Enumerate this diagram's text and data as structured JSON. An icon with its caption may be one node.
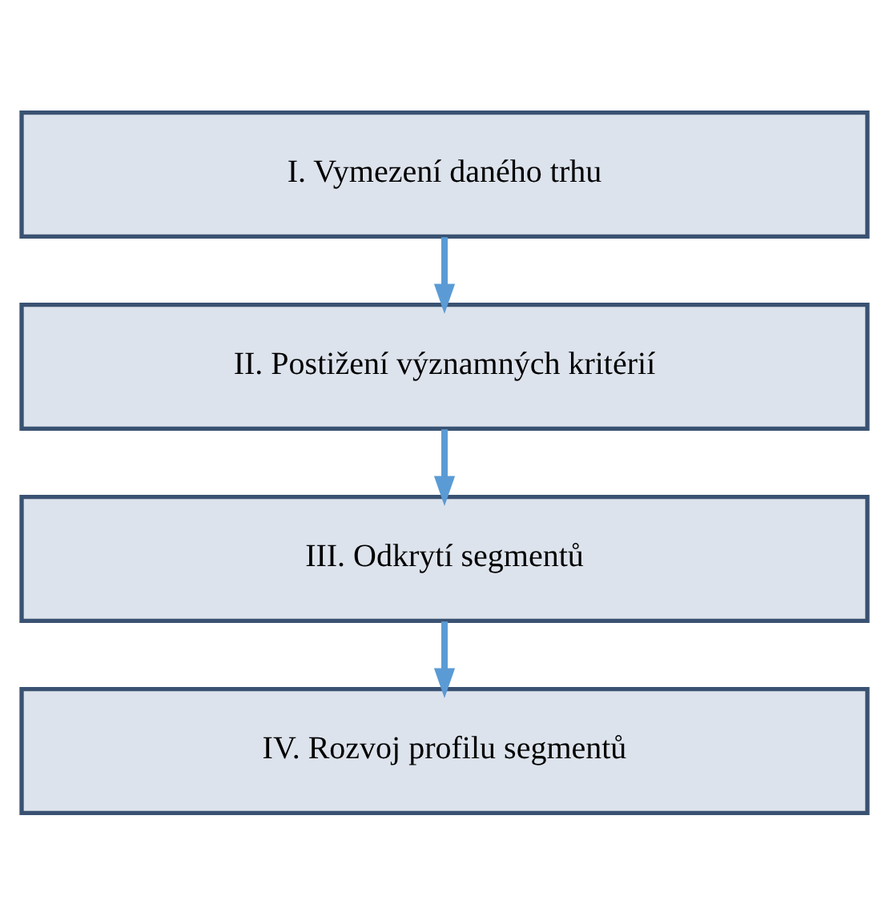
{
  "diagram": {
    "nodes": [
      {
        "text": [
          "I. Vymezení daného trhu"
        ]
      },
      {
        "text": [
          "II. Postižení významných kritérií"
        ]
      },
      {
        "text": [
          "III. Odkrytí segmentů"
        ]
      },
      {
        "text": [
          "IV. Rozvoj profilu segmentů"
        ]
      }
    ],
    "edges": [
      {
        "from": 0,
        "to": 1,
        "arrow": "to"
      },
      {
        "from": 1,
        "to": 2,
        "arrow": "to"
      },
      {
        "from": 2,
        "to": 3,
        "arrow": "to"
      }
    ]
  }
}
